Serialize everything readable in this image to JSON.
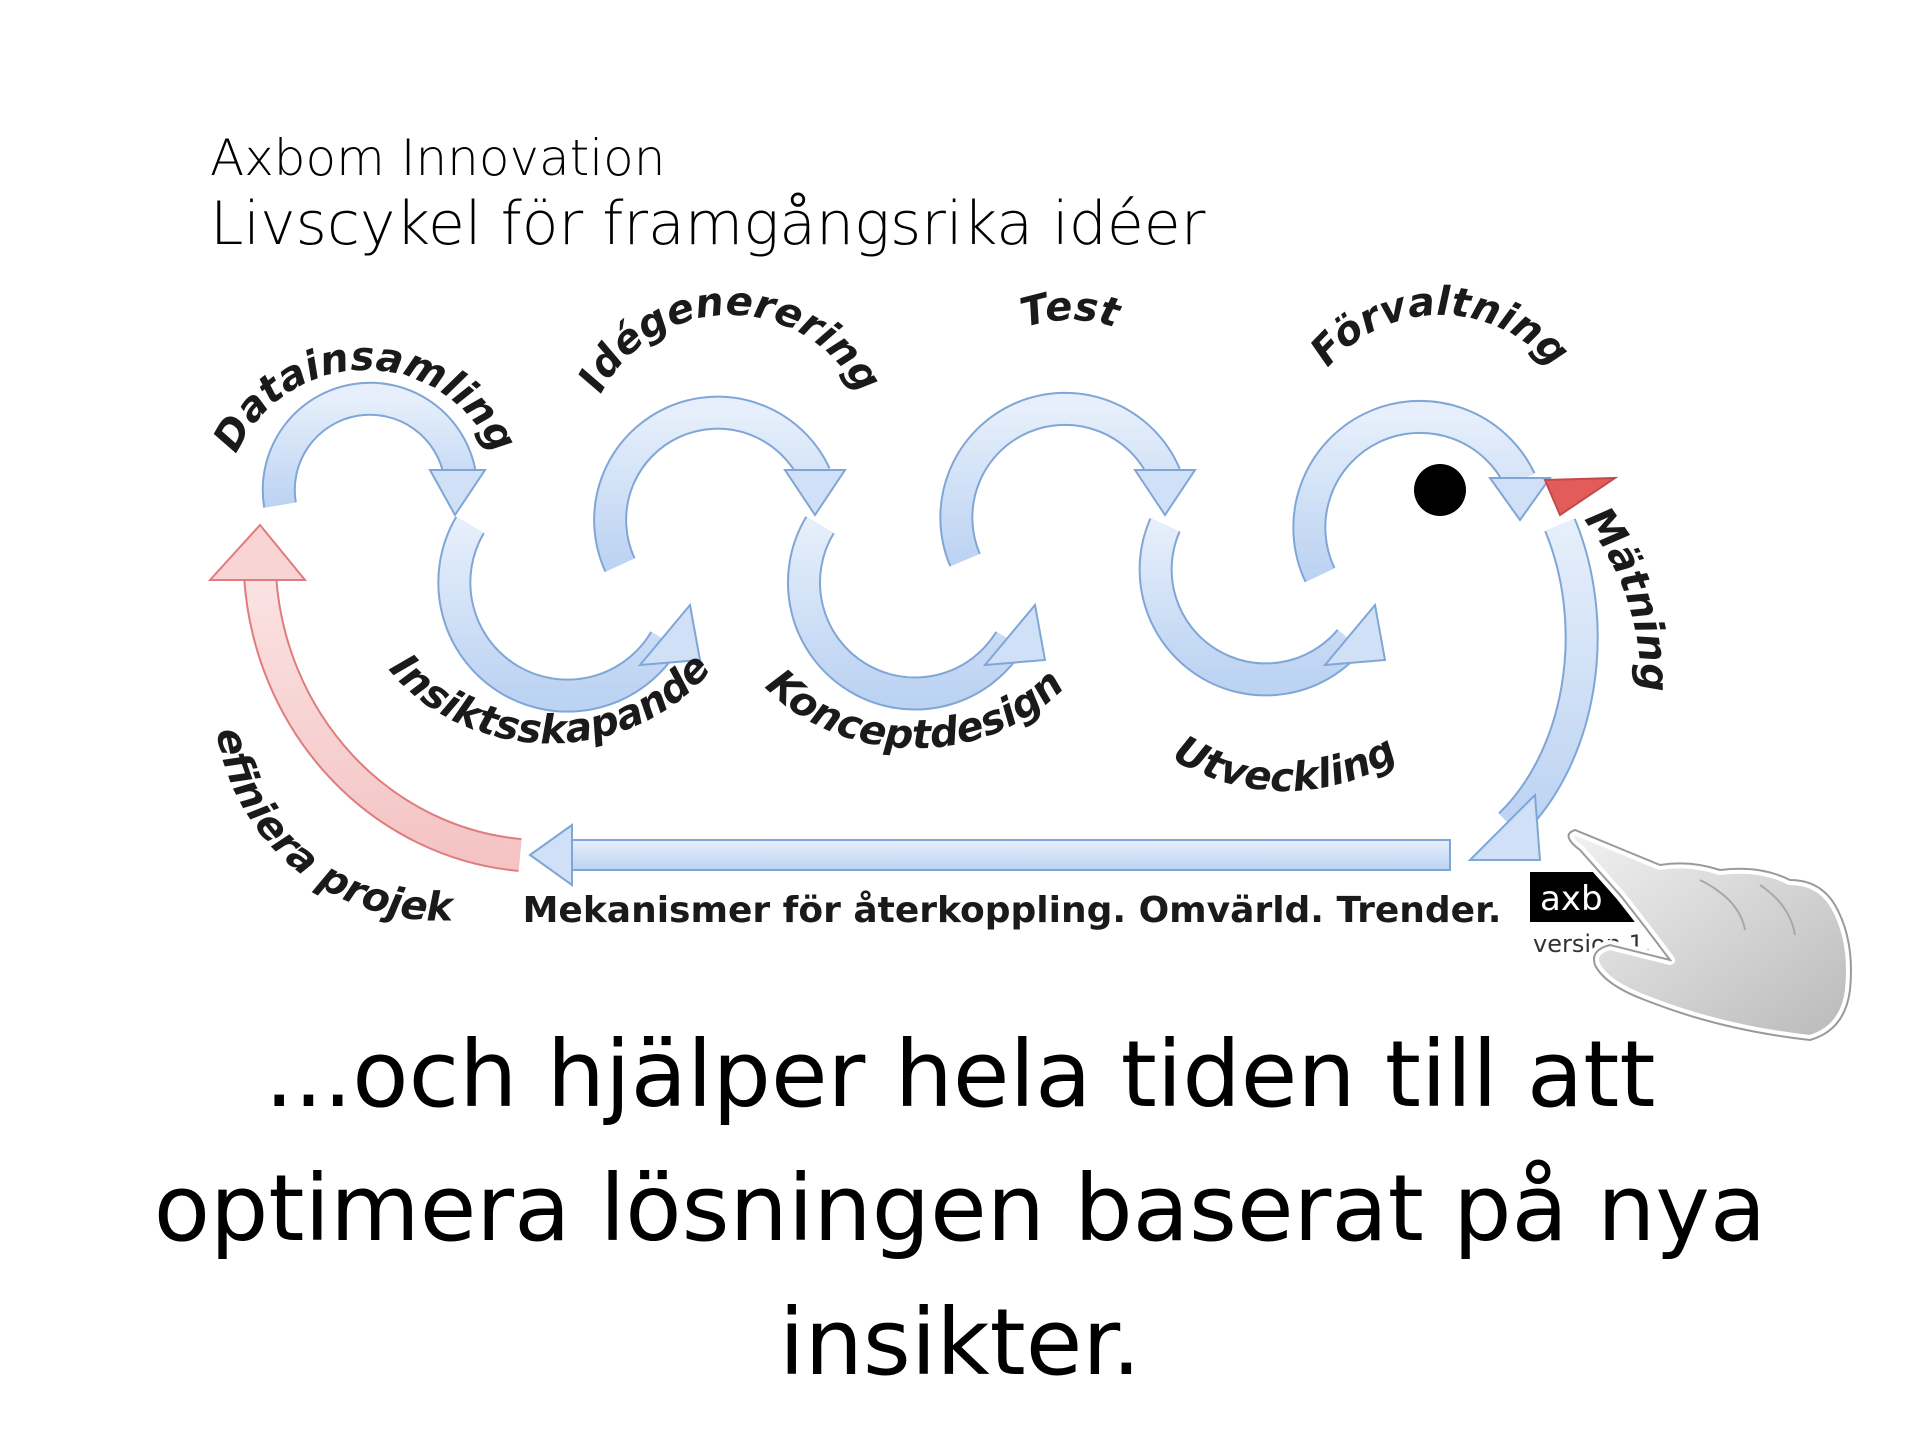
{
  "header": {
    "company": "Axbom Innovation",
    "subtitle": "Livscykel för framgångsrika idéer"
  },
  "diagram": {
    "top_stages": [
      "Datainsamling",
      "Idégenerering",
      "Test",
      "Förvaltning"
    ],
    "bottom_stages": [
      "Insiktsskapande",
      "Konceptdesign",
      "Utveckling"
    ],
    "side_stage": "Mätning",
    "return_stage": "Definiera projekt",
    "feedback": "Mekanismer för återkoppling. Omvärld. Trender.",
    "logo": {
      "brand": "axb",
      "version": "version 1."
    },
    "colors": {
      "arrow_fill": "#cfe0f7",
      "arrow_stroke": "#7fa6d6",
      "red_fill": "#f8d4d4",
      "red_stroke": "#e07c7c",
      "beak": "#e35c5c"
    },
    "icons": [
      "bird-eye-dot-icon",
      "pointing-hand-icon"
    ]
  },
  "caption": {
    "line1": "...och hjälper hela tiden till att",
    "line2": "optimera lösningen baserat på nya",
    "line3": "insikter."
  }
}
